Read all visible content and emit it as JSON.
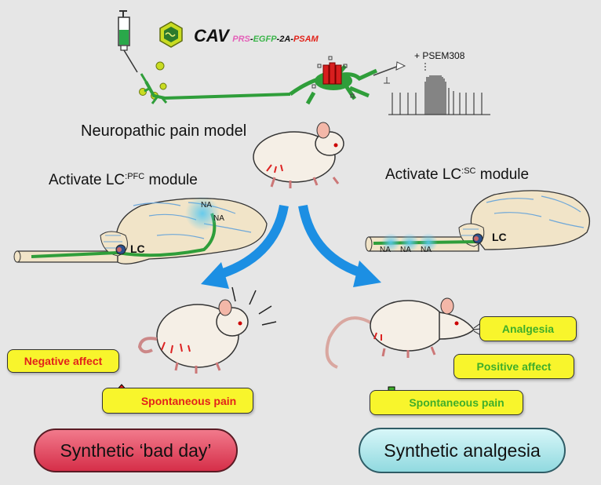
{
  "construct": {
    "vector": "CAV",
    "part1": "PRS",
    "part2": "EGFP",
    "part3": "2A",
    "part4": "PSAM",
    "dash": "-"
  },
  "drug": "+ PSEM308",
  "model_label": "Neuropathic pain model",
  "left": {
    "title_prefix": "Activate LC",
    "title_sup": ":PFC",
    "title_suffix": " module",
    "lc": "LC",
    "na1": "NA",
    "na2": "NA",
    "effects": {
      "negative_affect": "Negative affect",
      "spontaneous_pain": "Spontaneous pain"
    },
    "outcome": "Synthetic ‘bad day’"
  },
  "right": {
    "title_prefix": "Activate LC",
    "title_sup": ":SC",
    "title_suffix": " module",
    "lc": "LC",
    "na1": "NA",
    "na2": "NA",
    "na3": "NA",
    "effects": {
      "analgesia": "Analgesia",
      "positive_affect": "Positive affect",
      "spontaneous_pain": "Spontaneous pain"
    },
    "outcome": "Synthetic analgesia"
  },
  "colors": {
    "background": "#e6e6e6",
    "box_yellow": "#f8f52c",
    "red_text": "#e2231a",
    "green_text": "#3fae2a",
    "bad_day_pill": "#e8435a",
    "analgesia_pill": "#b9ecf0",
    "arrow_blue": "#1c8fe3",
    "neuron_green": "#2f9e3a"
  }
}
